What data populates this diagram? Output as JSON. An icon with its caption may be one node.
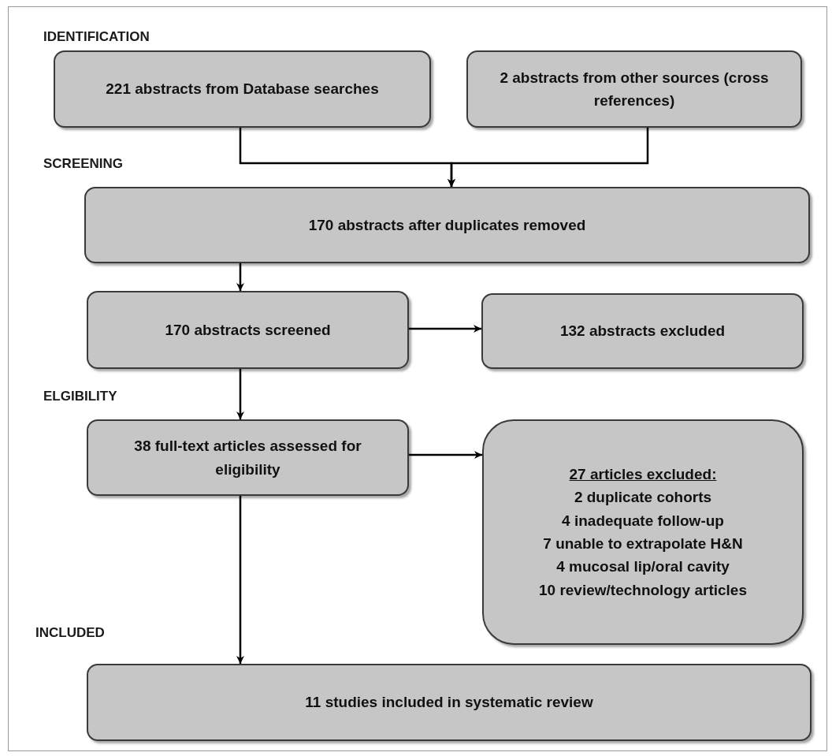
{
  "diagram": {
    "nodes": [
      {
        "text": [
          "221 abstracts from Database searches"
        ]
      },
      {
        "text": [
          "2 abstracts from other sources (cross references)"
        ]
      },
      {
        "text": [
          "170 abstracts after duplicates removed"
        ]
      },
      {
        "text": [
          "170  abstracts screened"
        ]
      },
      {
        "text": [
          "132 abstracts excluded"
        ]
      },
      {
        "text": [
          "38 full-text articles assessed for eligibility"
        ]
      },
      {
        "text": [
          "27 articles excluded:",
          "2 duplicate cohorts",
          "4 inadequate follow-up",
          "7 unable to extrapolate H&N",
          "4 mucosal lip/oral cavity",
          "10 review/technology articles"
        ]
      },
      {
        "text": [
          "11 studies included in systematic review"
        ]
      }
    ],
    "edges": [
      {
        "from": 0,
        "to": 2,
        "arrow": "to"
      },
      {
        "from": 1,
        "to": 2,
        "arrow": "to"
      },
      {
        "from": 2,
        "to": 3,
        "arrow": "to"
      },
      {
        "from": 3,
        "to": 4,
        "arrow": "to"
      },
      {
        "from": 3,
        "to": 5,
        "arrow": "to"
      },
      {
        "from": 5,
        "to": 6,
        "arrow": "to"
      },
      {
        "from": 5,
        "to": 7,
        "arrow": "to"
      }
    ],
    "labels": [
      "IDENTIFICATION",
      "SCREENING",
      "ELGIBILITY",
      "INCLUDED"
    ]
  }
}
